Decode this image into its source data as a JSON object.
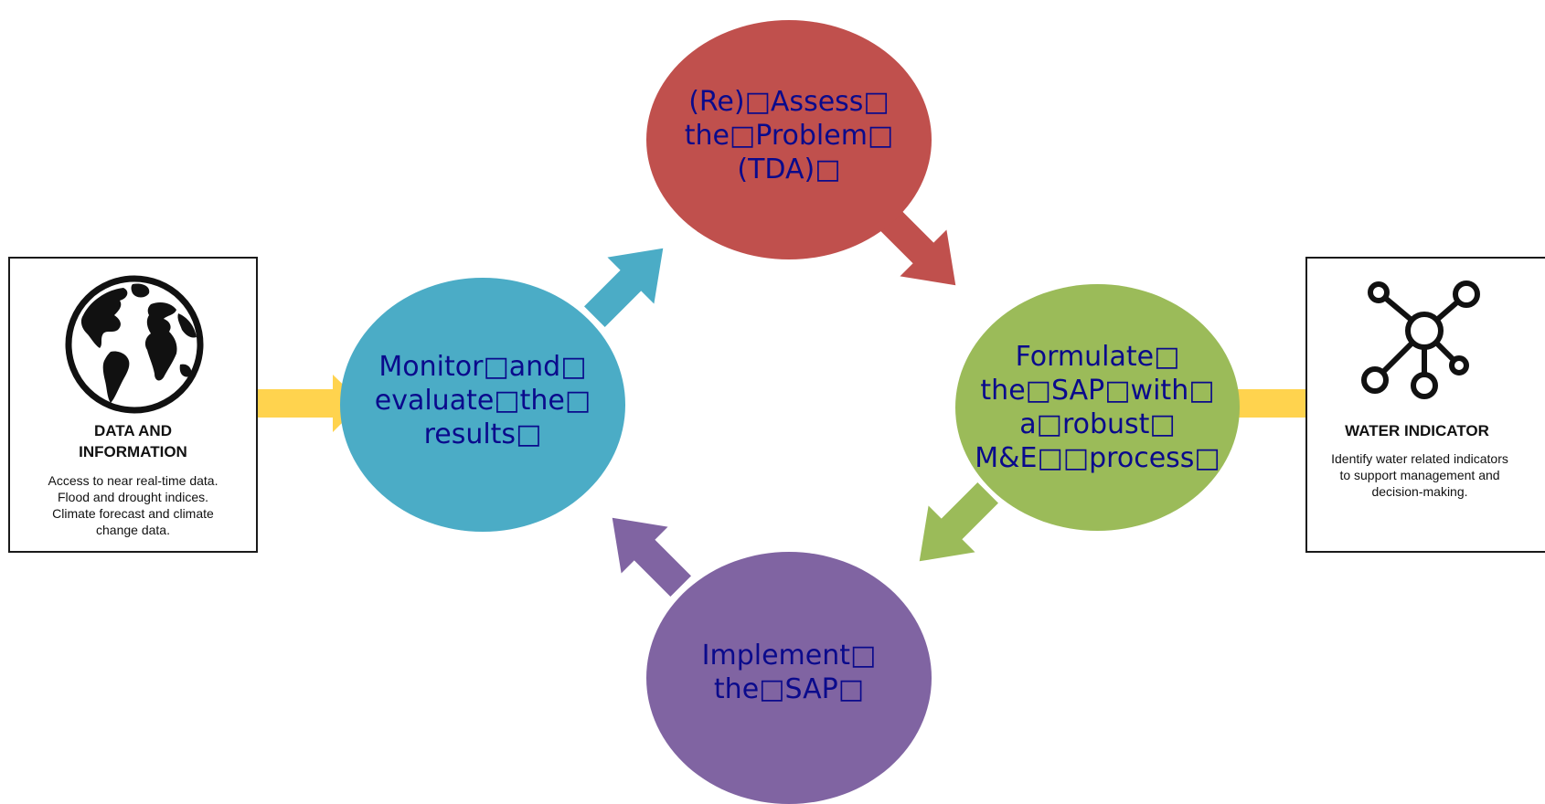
{
  "cycle": {
    "assess": {
      "label": "(Re)□Assess□\nthe□Problem□\n(TDA)□",
      "color": "#c0504d"
    },
    "formulate": {
      "label": "Formulate□\nthe□SAP□with□\na□robust□\nM&E□□process□",
      "color": "#9bbb59"
    },
    "implement": {
      "label": "Implement□\nthe□SAP□",
      "color": "#8064a2"
    },
    "monitor": {
      "label": "Monitor□and□\nevaluate□the□\nresults□",
      "color": "#4bacc6"
    },
    "text_color": "#0a0a8c"
  },
  "data_box": {
    "title": "DATA AND\nINFORMATION",
    "description": "Access to near real-time data.\nFlood and drought indices.\nClimate forecast and climate\nchange data.",
    "icon": "globe-icon"
  },
  "water_box": {
    "title": "WATER INDICATOR",
    "description": "Identify water related indicators\nto support management and\ndecision-making.",
    "icon": "network-icon"
  },
  "connector_color": "#ffd34e"
}
